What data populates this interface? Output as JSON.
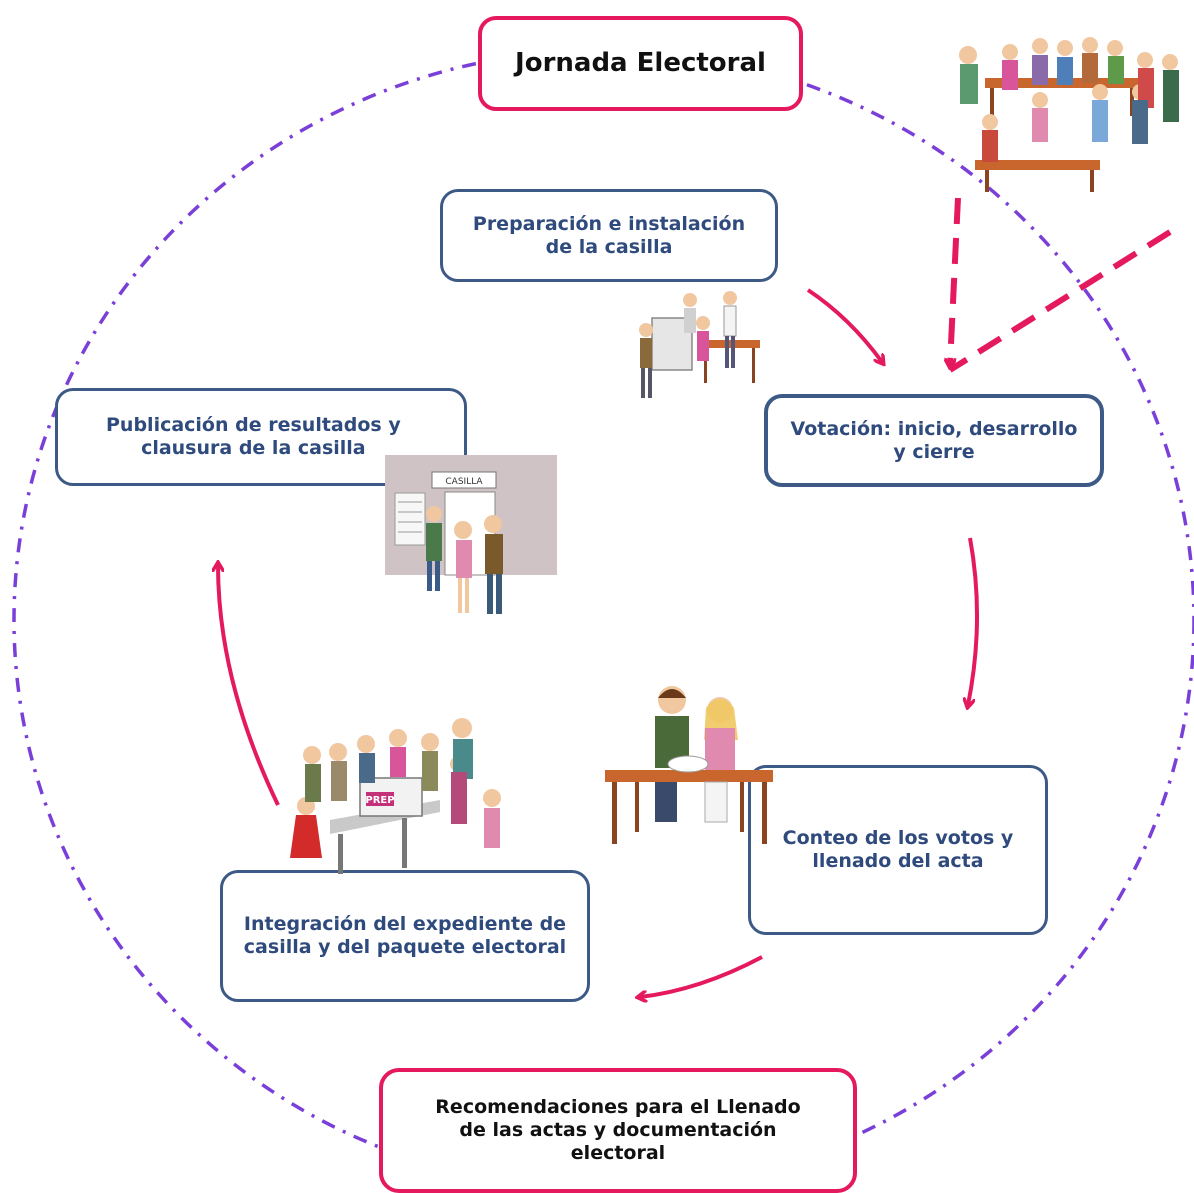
{
  "title": "Jornada Electoral",
  "steps": [
    {
      "label": "Preparación e instalación\nde la casilla"
    },
    {
      "label": "Votación: inicio, desarrollo\ny cierre"
    },
    {
      "label": "Conteo de los votos y\nllenado del acta"
    },
    {
      "label": "Integración del expediente de\ncasilla y del paquete electoral"
    },
    {
      "label": "Publicación de resultados y\nclausura de la casilla"
    }
  ],
  "bottom_box": {
    "label": "Recomendaciones para el Llenado\nde las actas y documentación\nelectoral"
  },
  "illustrations": {
    "casilla_sign": "CASILLA",
    "prep_label": "PREP"
  },
  "colors": {
    "accent_pink": "#e5195e",
    "box_blue": "#3d5a86",
    "text_blue": "#2f4a7c",
    "circle_purple": "#7a3fd8"
  },
  "icons": [
    "crowd-illustration",
    "booth-illustration",
    "casilla-wall-illustration",
    "counting-table-illustration",
    "ballot-box-crowd-illustration"
  ]
}
